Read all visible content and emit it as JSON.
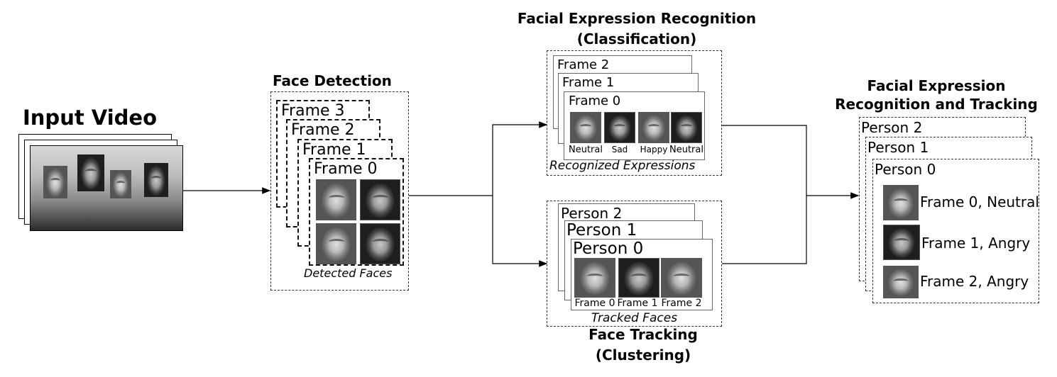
{
  "input": {
    "title": "Input Video"
  },
  "detection": {
    "title": "Face Detection",
    "frames": [
      "Frame 3",
      "Frame 2",
      "Frame 1",
      "Frame 0"
    ],
    "caption": "Detected Faces"
  },
  "recognition": {
    "title_line1": "Facial Expression Recognition",
    "title_line2": "(Classification)",
    "frames": [
      "Frame 2",
      "Frame 1",
      "Frame 0"
    ],
    "labels": [
      "Neutral",
      "Sad",
      "Happy",
      "Neutral"
    ],
    "caption": "Recognized Expressions"
  },
  "tracking": {
    "title_line1": "Face Tracking",
    "title_line2": "(Clustering)",
    "persons": [
      "Person 2",
      "Person 1",
      "Person 0"
    ],
    "labels": [
      "Frame 0",
      "Frame 1",
      "Frame 2"
    ],
    "caption": "Tracked Faces"
  },
  "output": {
    "title_line1": "Facial Expression",
    "title_line2": "Recognition and Tracking",
    "persons": [
      "Person 2",
      "Person 1",
      "Person 0"
    ],
    "rows": [
      "Frame 0, Neutral",
      "Frame 1, Angry",
      "Frame 2, Angry"
    ]
  }
}
